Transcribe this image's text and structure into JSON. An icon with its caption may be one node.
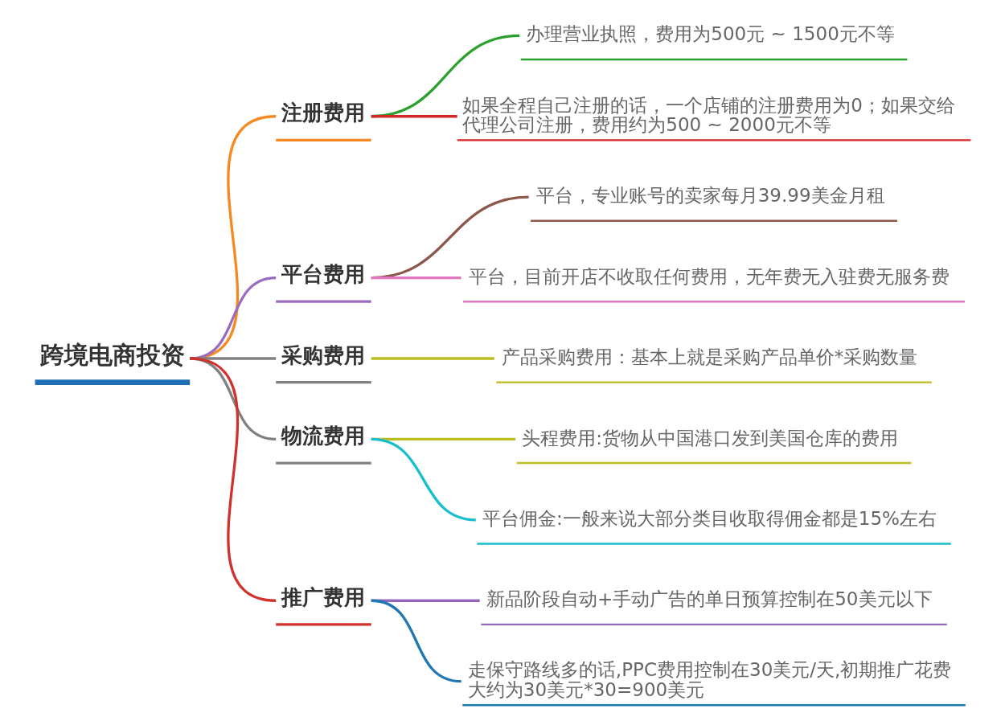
{
  "diagram": {
    "nodes": [
      {
        "text": [
          "跨境电商投资"
        ]
      },
      {
        "text": [
          "注册费用"
        ]
      },
      {
        "text": [
          "办理营业执照，费用为500元 ~ 1500元不等"
        ]
      },
      {
        "text": [
          "如果全程自己注册的话，一个店铺的注册费用为0；如果交给代理公司注册，费用约为500 ~ 2000元不等"
        ]
      },
      {
        "text": [
          "平台费用"
        ]
      },
      {
        "text": [
          "平台，专业账号的卖家每月39.99美金月租"
        ]
      },
      {
        "text": [
          "平台，目前开店不收取任何费用，无年费无入驻费无服务费"
        ]
      },
      {
        "text": [
          "采购费用"
        ]
      },
      {
        "text": [
          "产品采购费用：基本上就是采购产品单价*采购数量"
        ]
      },
      {
        "text": [
          "物流费用"
        ]
      },
      {
        "text": [
          "头程费用:货物从中国港口发到美国仓库的费用"
        ]
      },
      {
        "text": [
          "平台佣金:一般来说大部分类目收取得佣金都是15%左右"
        ]
      },
      {
        "text": [
          "推广费用"
        ]
      },
      {
        "text": [
          "新品阶段自动+手动广告的单日预算控制在50美元以下"
        ]
      },
      {
        "text": [
          "走保守路线多的话,PPC费用控制在30美元/天,初期推广花费大约为30美元*30=900美元"
        ]
      }
    ],
    "edges": [
      {
        "from": 0,
        "to": 1,
        "arrow": "none",
        "color": "#f5891f"
      },
      {
        "from": 1,
        "to": 2,
        "arrow": "none",
        "color": "#2ca02c"
      },
      {
        "from": 1,
        "to": 3,
        "arrow": "none",
        "color": "#d62728"
      },
      {
        "from": 0,
        "to": 4,
        "arrow": "none",
        "color": "#9b6bc0"
      },
      {
        "from": 4,
        "to": 5,
        "arrow": "none",
        "color": "#8c564b"
      },
      {
        "from": 4,
        "to": 6,
        "arrow": "none",
        "color": "#e377c2"
      },
      {
        "from": 0,
        "to": 7,
        "arrow": "none",
        "color": "#808080"
      },
      {
        "from": 7,
        "to": 8,
        "arrow": "none",
        "color": "#bcbd22"
      },
      {
        "from": 0,
        "to": 9,
        "arrow": "none",
        "color": "#808080"
      },
      {
        "from": 9,
        "to": 10,
        "arrow": "none",
        "color": "#bcbd22"
      },
      {
        "from": 9,
        "to": 11,
        "arrow": "none",
        "color": "#17becf"
      },
      {
        "from": 0,
        "to": 12,
        "arrow": "none",
        "color": "#d0312d"
      },
      {
        "from": 12,
        "to": 13,
        "arrow": "none",
        "color": "#9467bd"
      },
      {
        "from": 12,
        "to": 14,
        "arrow": "none",
        "color": "#1f77b4"
      }
    ]
  }
}
